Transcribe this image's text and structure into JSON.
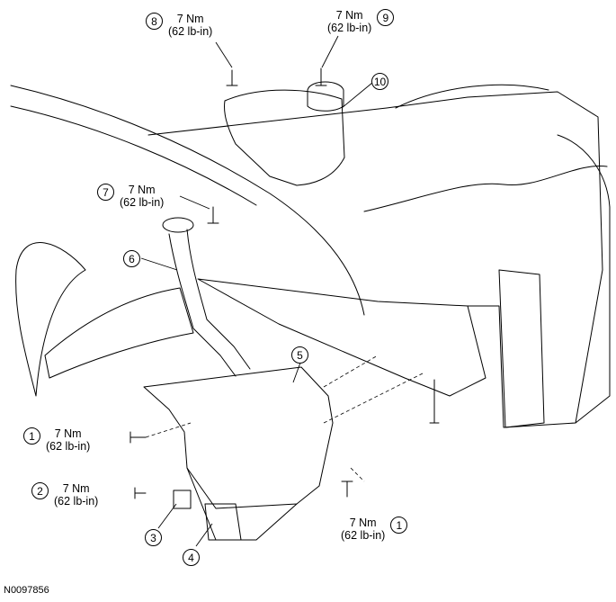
{
  "callouts": [
    {
      "num": "8",
      "torque": "7 Nm",
      "imperial": "(62 lb-in)"
    },
    {
      "num": "9",
      "torque": "7 Nm",
      "imperial": "(62 lb-in)"
    },
    {
      "num": "7",
      "torque": "7 Nm",
      "imperial": "(62 lb-in)"
    },
    {
      "num": "1",
      "torque": "7 Nm",
      "imperial": "(62 lb-in)"
    },
    {
      "num": "2",
      "torque": "7 Nm",
      "imperial": "(62 lb-in)"
    },
    {
      "num": "1",
      "torque": "7 Nm",
      "imperial": "(62 lb-in)"
    }
  ],
  "part_labels": [
    "10",
    "6",
    "5",
    "3",
    "4"
  ],
  "figure_id": "N0097856"
}
